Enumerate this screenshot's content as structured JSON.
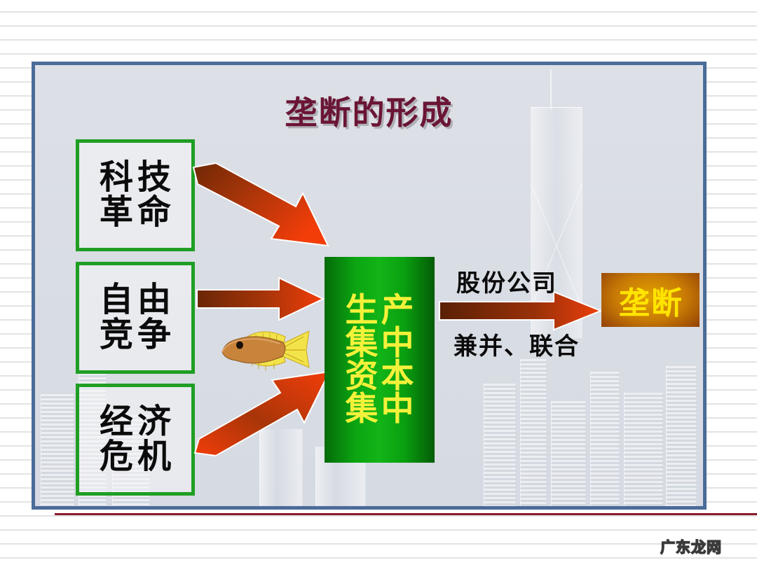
{
  "slide": {
    "title": "垄断的形成",
    "title_color": "#6b1535",
    "border_color": "#4b6c99",
    "background_motif": "faint-cityscape-skyscrapers"
  },
  "sources": [
    {
      "id": "tech",
      "line1": "科技",
      "line2": "革命",
      "border_color": "#1f9e24",
      "text_color": "#0b0b0b"
    },
    {
      "id": "free",
      "line1": "自由",
      "line2": "竞争",
      "border_color": "#1f9e24",
      "text_color": "#0b0b0b"
    },
    {
      "id": "crisis",
      "line1": "经济",
      "line2": "危机",
      "border_color": "#1f9e24",
      "text_color": "#0b0b0b"
    }
  ],
  "center_panel": {
    "lines": [
      "生产",
      "集中",
      "资本",
      "集中"
    ],
    "background_color": "#0ba512",
    "text_color": "#f4f13a"
  },
  "mid_labels": {
    "top": "股份公司",
    "bottom": "兼并、联合"
  },
  "result": {
    "text": "垄断",
    "background_color": "#c87a05",
    "text_color": "#ffe400"
  },
  "arrows": [
    {
      "id": "tech-to-center",
      "direction": "down-right",
      "color_start": "#7a2d07",
      "color_end": "#f03c0a"
    },
    {
      "id": "free-to-center",
      "direction": "right",
      "color_start": "#7a2d07",
      "color_end": "#f03c0a"
    },
    {
      "id": "crisis-to-center",
      "direction": "up-right",
      "color_start": "#f03c0a",
      "color_end": "#7a2d07"
    },
    {
      "id": "center-to-result",
      "direction": "right",
      "color_start": "#5e2206",
      "color_end": "#ee3f0c"
    }
  ],
  "decoration": {
    "fish": {
      "body_color": "#c8843a",
      "fin_color": "#f2e34a",
      "eye_color": "#1a1008"
    }
  },
  "rule": {
    "color": "#8b1b2b"
  },
  "watermark": {
    "text": "广东龙网"
  }
}
